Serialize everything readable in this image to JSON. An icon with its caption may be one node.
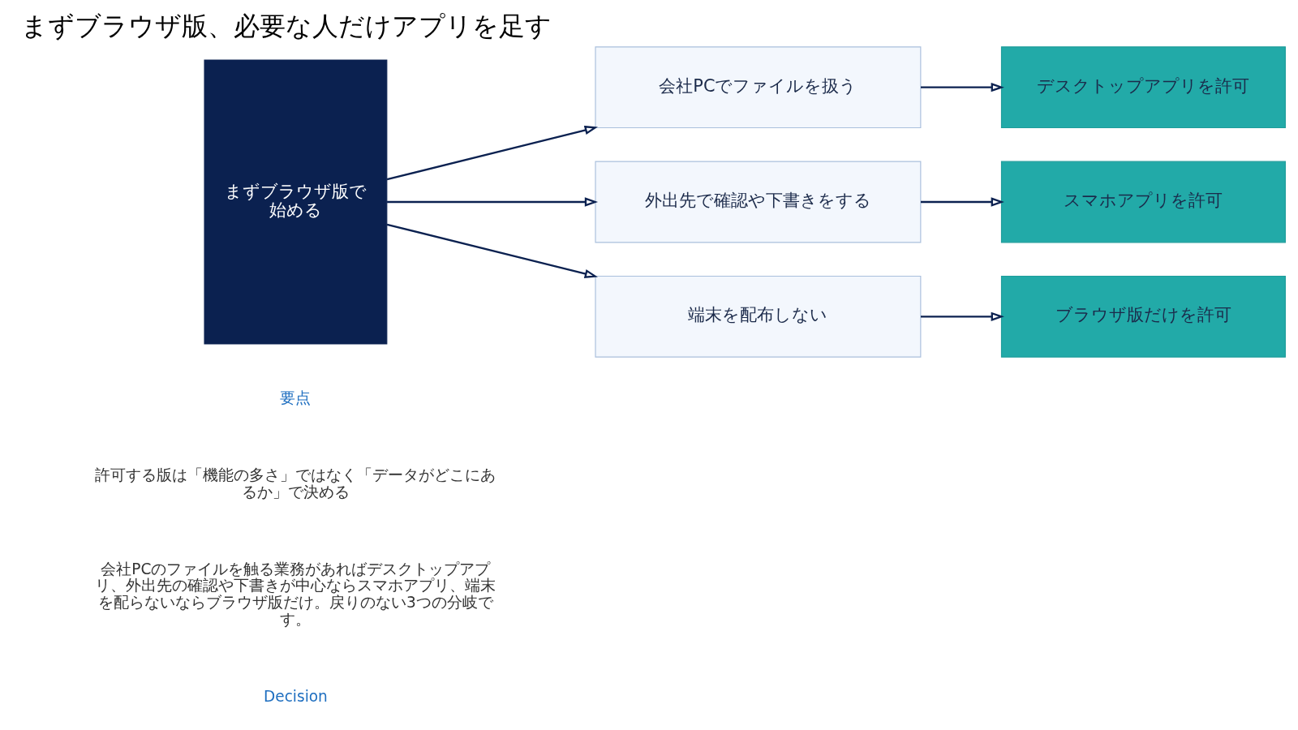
{
  "diagram": {
    "title": "まずブラウザ版、必要な人だけアプリを足す",
    "nodes": [
      {
        "text": [
          "まずブラウザ版で始める"
        ]
      },
      {
        "text": [
          "会社PCでファイルを扱う"
        ]
      },
      {
        "text": [
          "外出先で確認や下書きをする"
        ]
      },
      {
        "text": [
          "端末を配布しない"
        ]
      },
      {
        "text": [
          "デスクトップアプリを許可"
        ]
      },
      {
        "text": [
          "スマホアプリを許可"
        ]
      },
      {
        "text": [
          "ブラウザ版だけを許可"
        ]
      }
    ],
    "edges": [
      {
        "from": 0,
        "to": 1,
        "arrow": "to"
      },
      {
        "from": 0,
        "to": 2,
        "arrow": "to"
      },
      {
        "from": 0,
        "to": 3,
        "arrow": "to"
      },
      {
        "from": 1,
        "to": 4,
        "arrow": "to"
      },
      {
        "from": 2,
        "to": 5,
        "arrow": "to"
      },
      {
        "from": 3,
        "to": 6,
        "arrow": "to"
      }
    ],
    "labels": [
      "Decision",
      "会社PCのファイルを触る業務があればデスクトップアプリ、外出先の確認や下書きが中心ならスマホアプリ、端末を配らないならブラウザ版だけ。戻りのない3つの分岐です。",
      "要点",
      "許可する版は「機能の多さ」ではなく「データがどこにあるか」で決める"
    ]
  }
}
